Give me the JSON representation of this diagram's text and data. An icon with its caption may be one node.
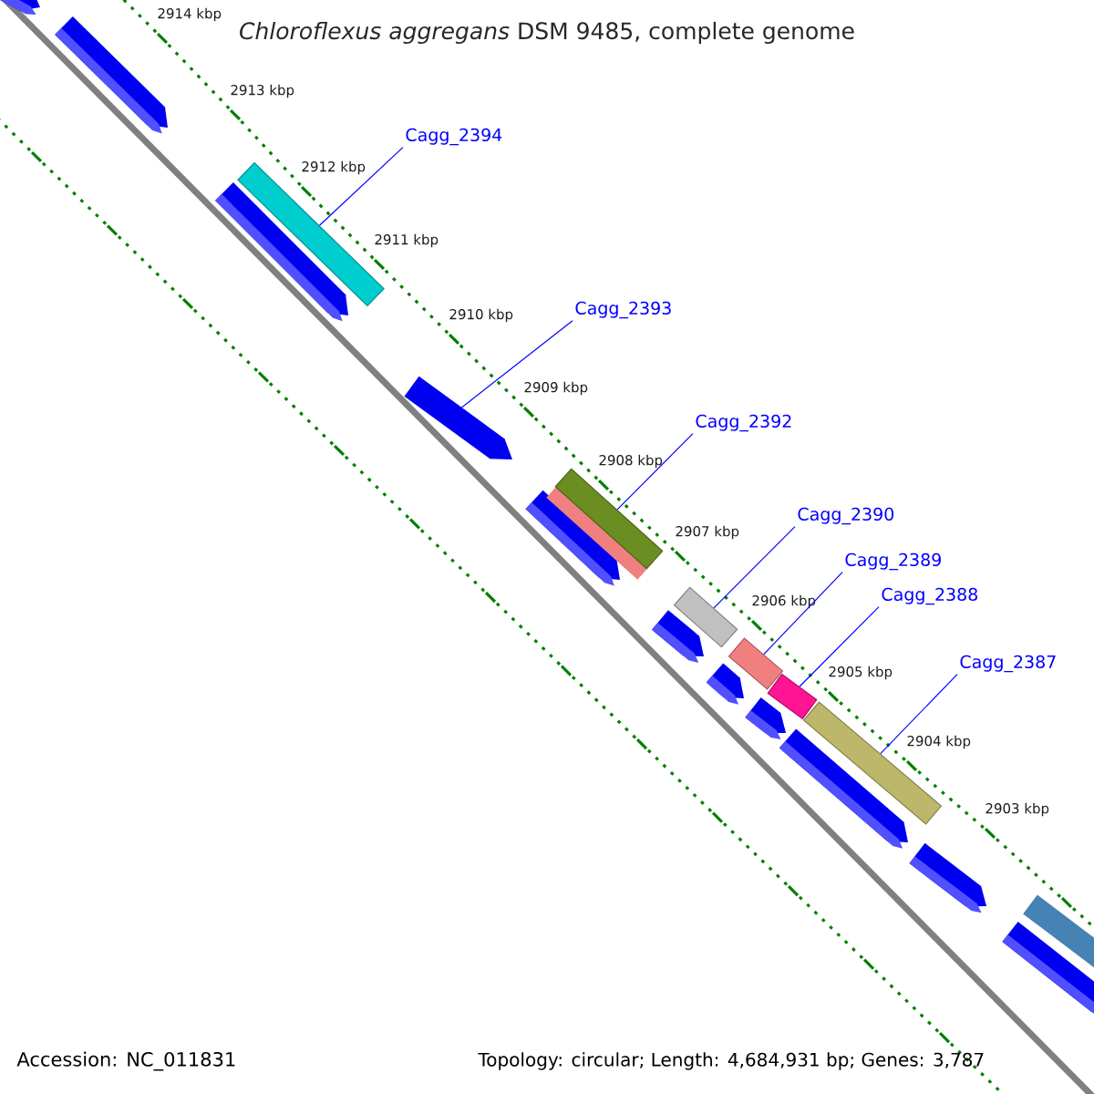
{
  "diagram": {
    "title": "*Chloroflexus aggregans* DSM 9485, complete genome",
    "nodes": [
      {
        "text": [
          "Cagg_2394"
        ]
      },
      {
        "text": [],
        "shape": "bar"
      },
      {
        "text": [
          "Cagg_2393"
        ]
      },
      {
        "text": [],
        "shape": "bar"
      },
      {
        "text": [
          "Cagg_2392"
        ]
      },
      {
        "text": [],
        "shape": "bar"
      },
      {
        "text": [
          "Cagg_2390"
        ]
      },
      {
        "text": [],
        "shape": "bar"
      },
      {
        "text": [
          "Cagg_2389"
        ]
      },
      {
        "text": [],
        "shape": "bar"
      },
      {
        "text": [
          "Cagg_2388"
        ]
      },
      {
        "text": [],
        "shape": "bar"
      },
      {
        "text": [
          "Cagg_2387"
        ]
      },
      {
        "text": [],
        "shape": "bar"
      }
    ],
    "edges": [
      {
        "from": 0,
        "to": 1,
        "arrow": "none"
      },
      {
        "from": 2,
        "to": 3,
        "arrow": "none"
      },
      {
        "from": 4,
        "to": 5,
        "arrow": "none"
      },
      {
        "from": 6,
        "to": 7,
        "arrow": "none"
      },
      {
        "from": 8,
        "to": 9,
        "arrow": "none"
      },
      {
        "from": 10,
        "to": 11,
        "arrow": "none"
      },
      {
        "from": 12,
        "to": 13,
        "arrow": "none"
      }
    ],
    "labels": [
      "2914 kbp",
      "2913 kbp",
      "2912 kbp",
      "2911 kbp",
      "2910 kbp",
      "2909 kbp",
      "2908 kbp",
      "2907 kbp",
      "2906 kbp",
      "2905 kbp",
      "2904 kbp",
      "2903 kbp",
      "Accession: NC_011831",
      "Topology: circular; Length: 4,684,931 bp; Genes: 3,787"
    ]
  }
}
